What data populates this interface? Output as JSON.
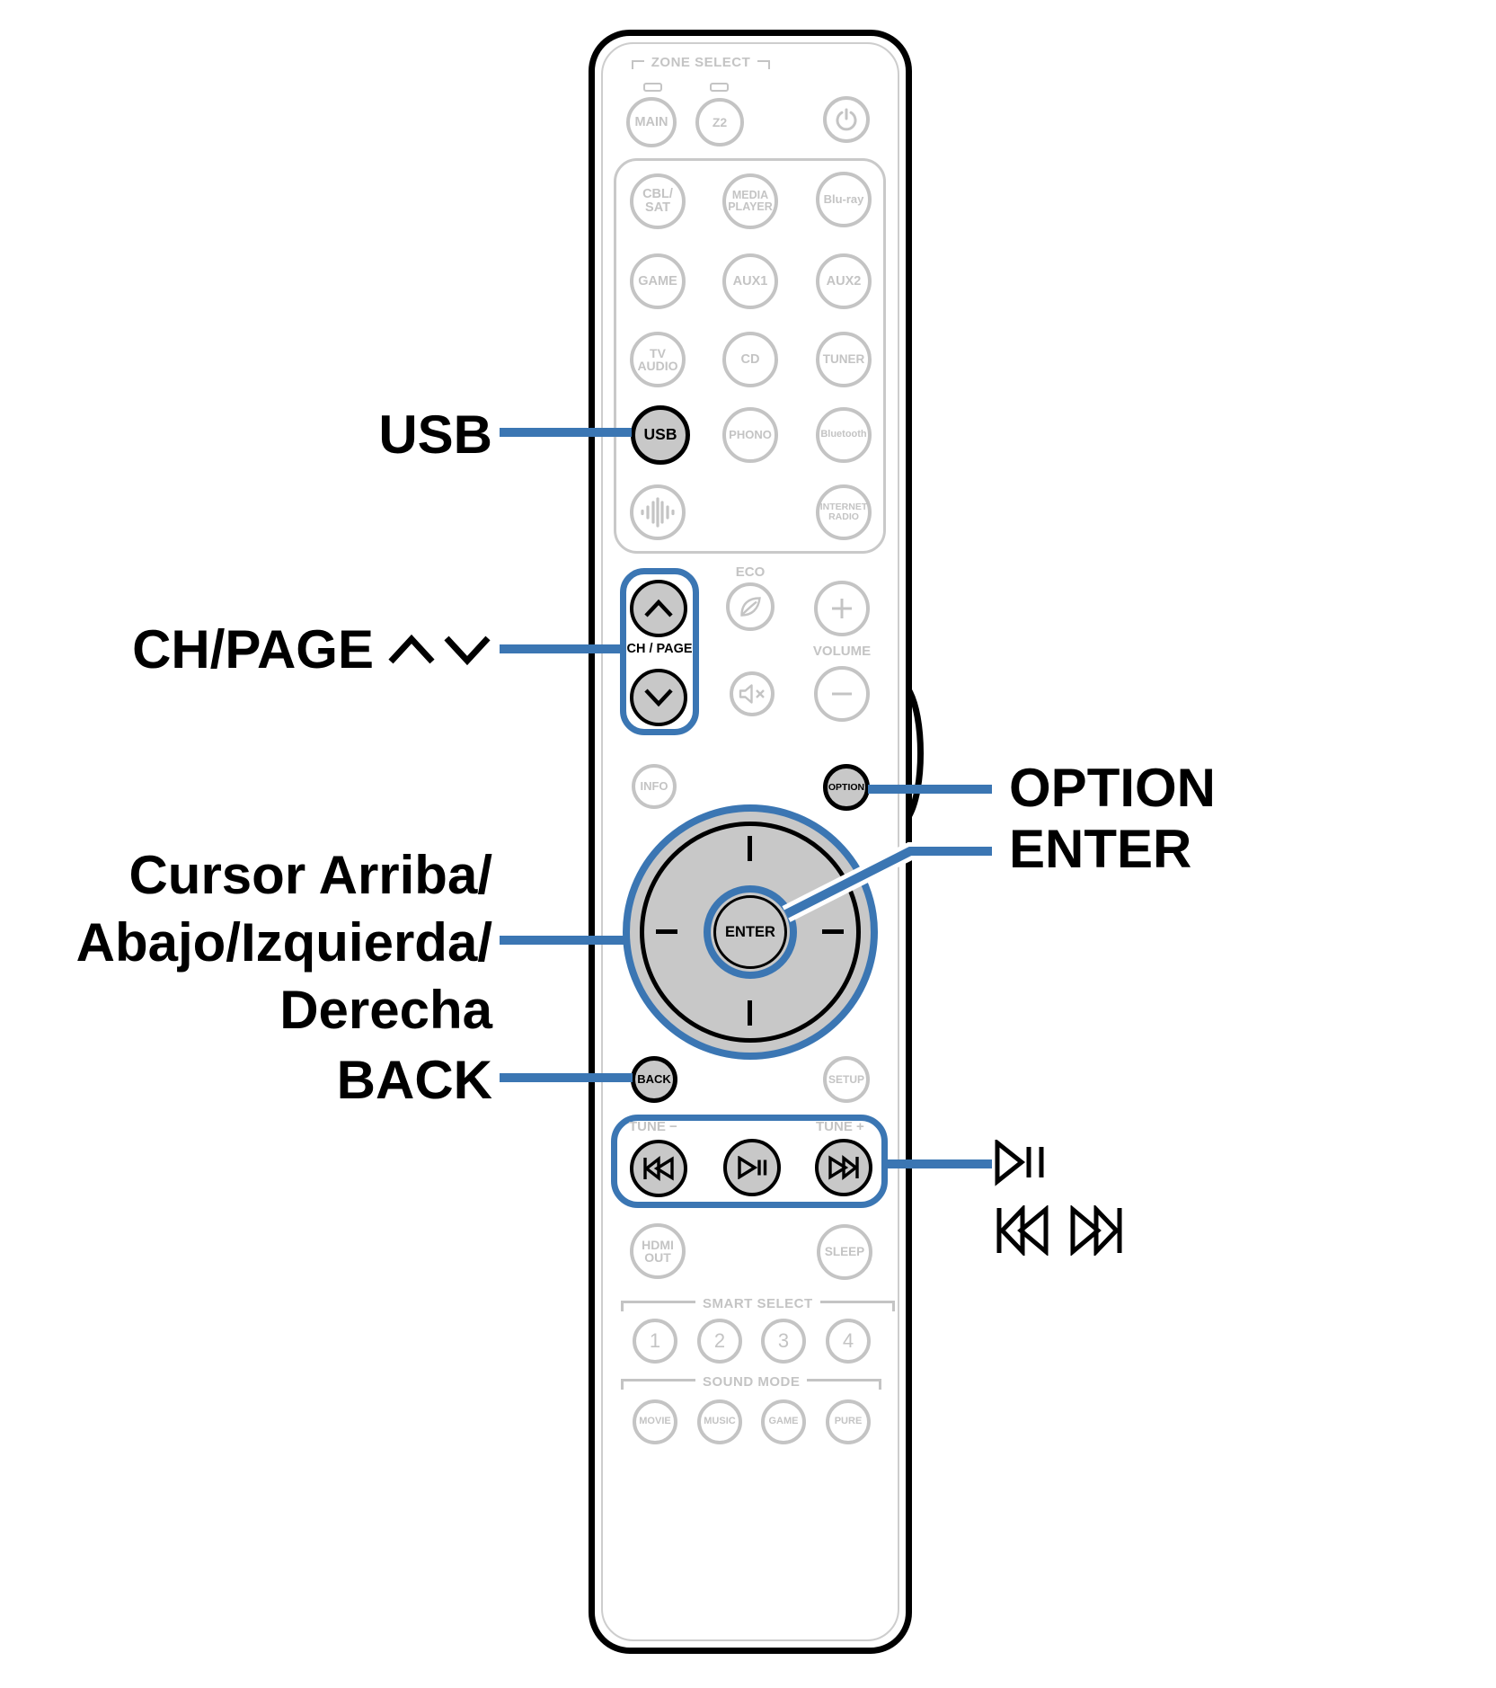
{
  "colors": {
    "accent": "#3B76B3",
    "button_gray": "#C4C4C4",
    "button_fill": "#C8C8C8"
  },
  "callouts": {
    "usb": "USB",
    "ch_page": "CH/PAGE",
    "cursor": "Cursor Arriba/\nAbajo/Izquierda/\nDerecha",
    "back": "BACK",
    "option": "OPTION",
    "enter": "ENTER"
  },
  "remote": {
    "zone_select": "ZONE SELECT",
    "main": "MAIN",
    "z2": "Z2",
    "sources": {
      "cbl_sat": "CBL/\nSAT",
      "media_player": "MEDIA\nPLAYER",
      "blu_ray": "Blu-ray",
      "game": "GAME",
      "aux1": "AUX1",
      "aux2": "AUX2",
      "tv_audio": "TV\nAUDIO",
      "cd": "CD",
      "tuner": "TUNER",
      "usb": "USB",
      "phono": "PHONO",
      "bluetooth": "Bluetooth",
      "internet_radio": "INTERNET\nRADIO"
    },
    "eco": "ECO",
    "volume": "VOLUME",
    "ch_page": "CH / PAGE",
    "info": "INFO",
    "option": "OPTION",
    "enter": "ENTER",
    "back": "BACK",
    "setup": "SETUP",
    "tune_minus": "TUNE −",
    "tune_plus": "TUNE +",
    "hdmi_out": "HDMI\nOUT",
    "sleep": "SLEEP",
    "smart_select": {
      "label": "SMART SELECT",
      "b1": "1",
      "b2": "2",
      "b3": "3",
      "b4": "4"
    },
    "sound_mode": {
      "label": "SOUND MODE",
      "movie": "MOVIE",
      "music": "MUSIC",
      "game": "GAME",
      "pure": "PURE"
    }
  }
}
